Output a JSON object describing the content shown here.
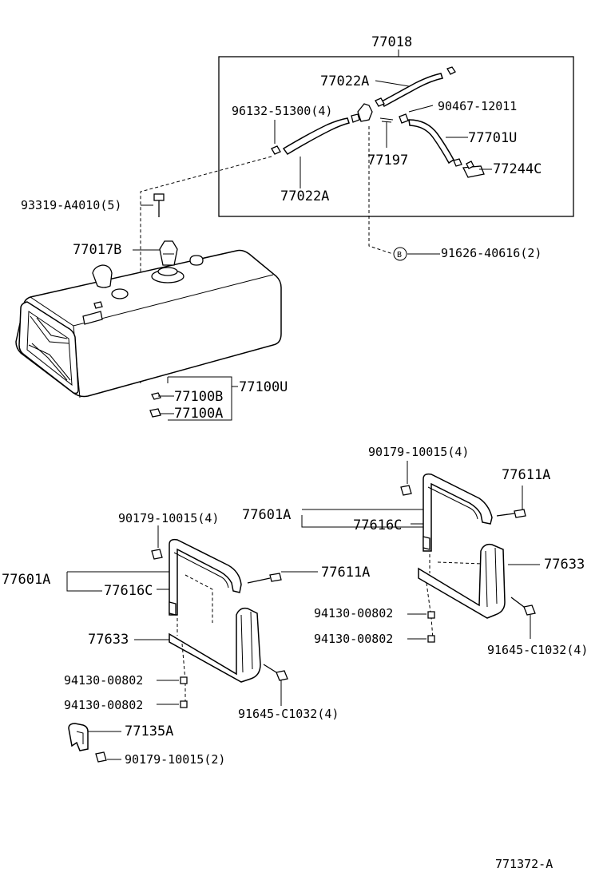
{
  "labels": {
    "l77018": "77018",
    "l77022a_top": "77022A",
    "l96132": "96132-51300(4)",
    "l90467": "90467-12011",
    "l77701u": "77701U",
    "l77197": "77197",
    "l77244c": "77244C",
    "l77022a_bot": "77022A",
    "l93319": "93319-A4010(5)",
    "l77017b": "77017B",
    "l91626": "91626-40616(2)",
    "circle_b": "B",
    "l77100u": "77100U",
    "l77100b": "77100B",
    "l77100a": "77100A",
    "r_90179": "90179-10015(4)",
    "r_77611a": "77611A",
    "r_77601a": "77601A",
    "r_77616c": "77616C",
    "r_77633": "77633",
    "r_94130_1": "94130-00802",
    "r_94130_2": "94130-00802",
    "r_91645": "91645-C1032(4)",
    "l_90179": "90179-10015(4)",
    "l_77601a": "77601A",
    "l_77616c": "77616C",
    "l_77611a": "77611A",
    "l_77633": "77633",
    "l_94130_1": "94130-00802",
    "l_94130_2": "94130-00802",
    "l_91645": "91645-C1032(4)",
    "l_77135a": "77135A",
    "l_90179_2": "90179-10015(2)",
    "figure_code": "771372-A"
  }
}
